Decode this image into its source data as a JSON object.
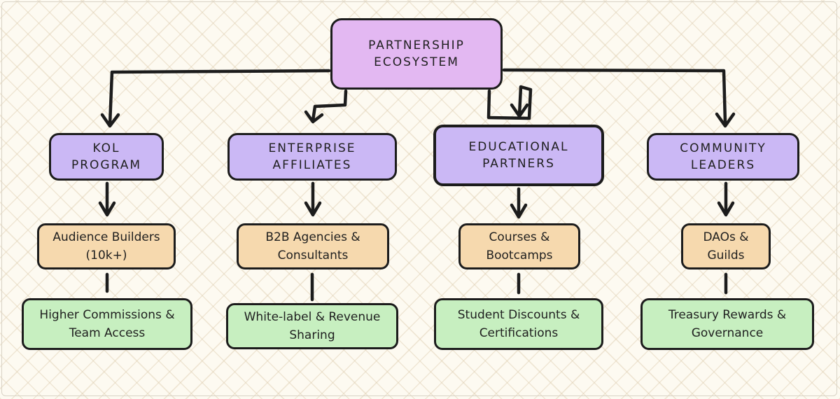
{
  "diagram": {
    "root": {
      "label": "PARTNERSHIP\nECOSYSTEM"
    },
    "categories": [
      {
        "label": "KOL\nPROGRAM"
      },
      {
        "label": "ENTERPRISE\nAFFILIATES"
      },
      {
        "label": "EDUCATIONAL\nPARTNERS"
      },
      {
        "label": "COMMUNITY\nLEADERS"
      }
    ],
    "segments": [
      {
        "label": "Audience Builders\n(10k+)"
      },
      {
        "label": "B2B Agencies &\nConsultants"
      },
      {
        "label": "Courses &\nBootcamps"
      },
      {
        "label": "DAOs &\nGuilds"
      }
    ],
    "benefits": [
      {
        "label": "Higher Commissions &\nTeam Access"
      },
      {
        "label": "White-label & Revenue\nSharing"
      },
      {
        "label": "Student Discounts &\nCertifications"
      },
      {
        "label": "Treasury Rewards &\nGovernance"
      }
    ]
  },
  "colors": {
    "background": "#fdfaf1",
    "root_fill": "#e3b8f2",
    "category_fill": "#cbb8f5",
    "segment_fill": "#f6d9ae",
    "benefit_fill": "#c7efc0",
    "stroke": "#1c1c1c"
  }
}
